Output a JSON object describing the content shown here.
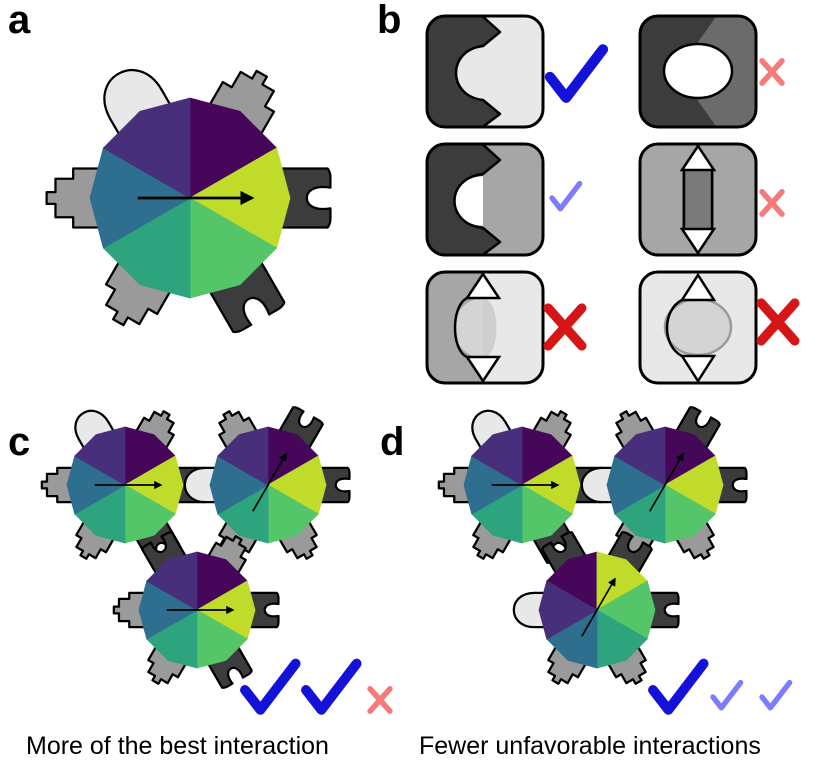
{
  "panels": {
    "a": "a",
    "b": "b",
    "c": "c",
    "d": "d"
  },
  "captions": {
    "c": "More of the best interaction",
    "d": "Fewer unfavorable interactions"
  },
  "wheel_colors": [
    "#46075a",
    "#c0db2a",
    "#55c569",
    "#2da37e",
    "#2e6e8e",
    "#482f7b"
  ],
  "patch_colors": {
    "light": "#e8e8e8",
    "mid": "#9a9a9a",
    "dark": "#3c3c3c"
  },
  "mark_colors": {
    "strong_check": "#1412d8",
    "weak_check": "#7f7bff",
    "strong_cross": "#d41616",
    "weak_cross": "#f57a7a"
  },
  "icons": {
    "check": "check-icon",
    "cross": "cross-icon",
    "arrow": "arrow-icon"
  }
}
